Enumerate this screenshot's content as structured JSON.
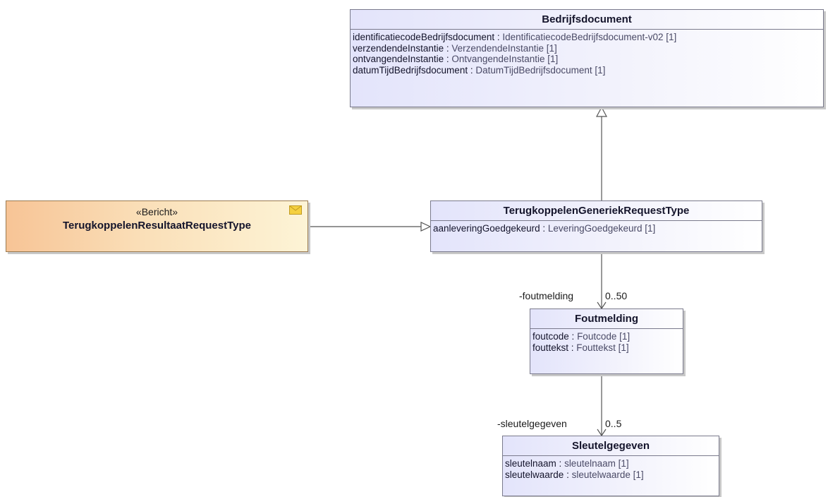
{
  "classes": {
    "bedrijfsdocument": {
      "name": "Bedrijfsdocument",
      "attributes": [
        {
          "name": "identificatiecodeBedrijfsdocument",
          "type": "IdentificatiecodeBedrijfsdocument-v02 [1]"
        },
        {
          "name": "verzendendeInstantie",
          "type": "VerzendendeInstantie [1]"
        },
        {
          "name": "ontvangendeInstantie",
          "type": "OntvangendeInstantie [1]"
        },
        {
          "name": "datumTijdBedrijfsdocument",
          "type": "DatumTijdBedrijfsdocument [1]"
        }
      ]
    },
    "generiek_request": {
      "name": "TerugkoppelenGeneriekRequestType",
      "attributes": [
        {
          "name": "aanleveringGoedgekeurd",
          "type": "LeveringGoedgekeurd [1]"
        }
      ]
    },
    "foutmelding": {
      "name": "Foutmelding",
      "attributes": [
        {
          "name": "foutcode",
          "type": "Foutcode [1]"
        },
        {
          "name": "fouttekst",
          "type": "Fouttekst [1]"
        }
      ]
    },
    "sleutelgegeven": {
      "name": "Sleutelgegeven",
      "attributes": [
        {
          "name": "sleutelnaam",
          "type": "sleutelnaam [1]"
        },
        {
          "name": "sleutelwaarde",
          "type": "sleutelwaarde [1]"
        }
      ]
    }
  },
  "message": {
    "stereotype": "«Bericht»",
    "name": "TerugkoppelenResultaatRequestType",
    "icon": "envelope-icon"
  },
  "associations": {
    "foutmelding": {
      "role": "-foutmelding",
      "multiplicity": "0..50"
    },
    "sleutelgegeven": {
      "role": "-sleutelgegeven",
      "multiplicity": "0..5"
    }
  },
  "relationships": [
    {
      "kind": "generalization",
      "from": "generiek_request",
      "to": "bedrijfsdocument"
    },
    {
      "kind": "generalization",
      "from": "message",
      "to": "generiek_request"
    },
    {
      "kind": "association",
      "from": "generiek_request",
      "to": "foutmelding"
    },
    {
      "kind": "association",
      "from": "foutmelding",
      "to": "sleutelgegeven"
    }
  ],
  "colors": {
    "class_fill": "#e3e4fb",
    "message_fill": "#f7c496",
    "border": "#7a7a8c",
    "line": "#555555"
  }
}
